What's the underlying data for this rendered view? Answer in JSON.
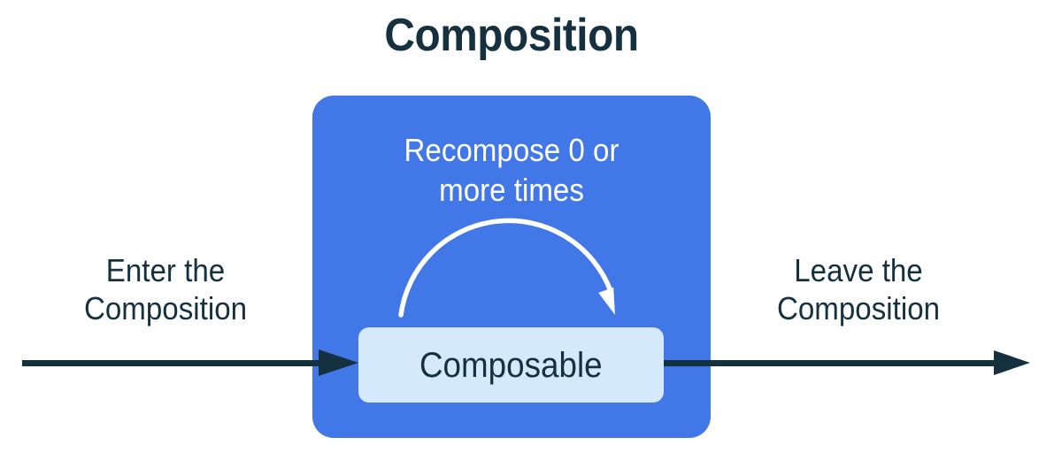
{
  "colors": {
    "box_blue": "#4277E8",
    "composable_bg": "#D5E9FC",
    "ink": "#15313F",
    "arc_stroke": "#FFFFFF"
  },
  "diagram": {
    "title": "Composition",
    "labels": {
      "enter": "Enter the\nComposition",
      "leave": "Leave the\nComposition"
    },
    "composition_box": {
      "recompose_label": "Recompose 0 or\nmore times",
      "composable_label": "Composable"
    }
  }
}
